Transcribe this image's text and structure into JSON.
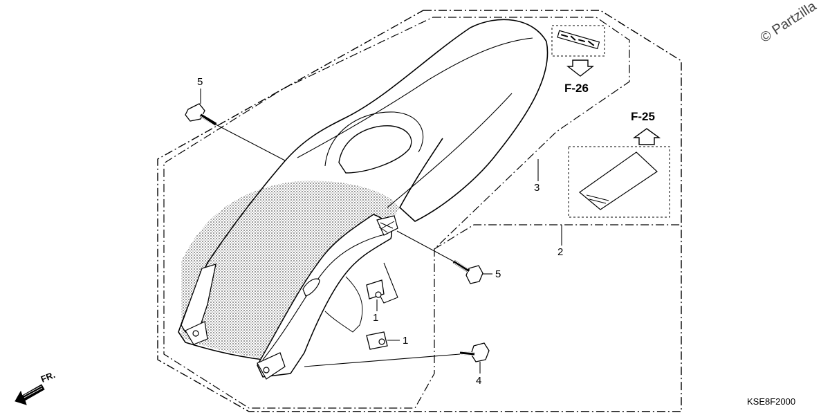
{
  "watermark": "© Partzilla",
  "direction_label": "FR.",
  "diagram_code": "KSE8F2000",
  "references": {
    "f26": "F-26",
    "f25": "F-25"
  },
  "callouts": [
    {
      "id": "c1a",
      "text": "1",
      "part": "clip nut (upper)"
    },
    {
      "id": "c1b",
      "text": "1",
      "part": "clip nut (lower)"
    },
    {
      "id": "c2",
      "text": "2",
      "part": "fender assembly group"
    },
    {
      "id": "c3",
      "text": "3",
      "part": "rear fender"
    },
    {
      "id": "c4",
      "text": "4",
      "part": "flange bolt (lower)"
    },
    {
      "id": "c5a",
      "text": "5",
      "part": "flange bolt (upper left)"
    },
    {
      "id": "c5b",
      "text": "5",
      "part": "flange bolt (right)"
    }
  ]
}
